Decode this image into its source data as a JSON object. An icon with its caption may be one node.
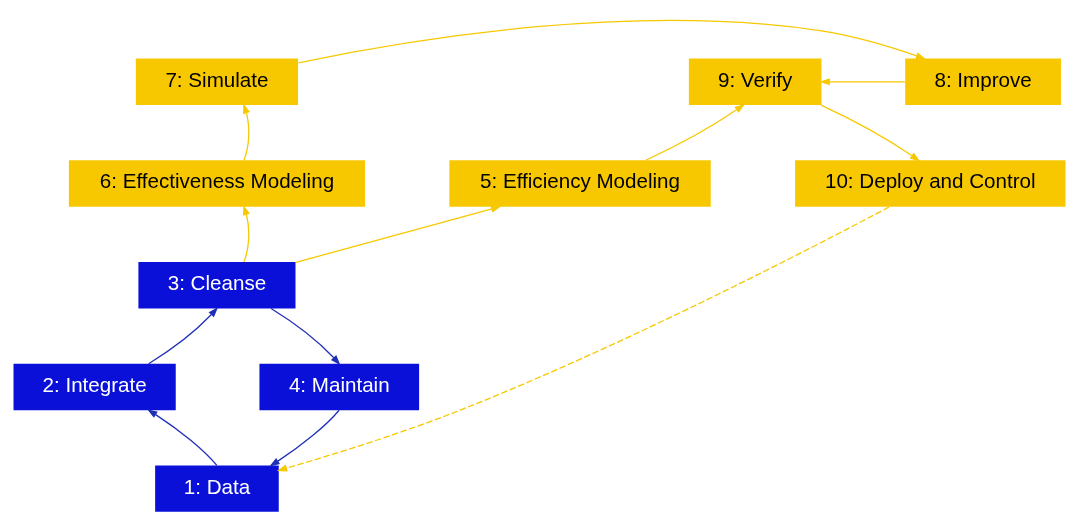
{
  "diagram": {
    "nodes": [
      {
        "text": [
          "7: Simulate"
        ]
      },
      {
        "text": [
          "8: Improve"
        ]
      },
      {
        "text": [
          "9: Verify"
        ]
      },
      {
        "text": [
          "6: Effectiveness Modeling"
        ]
      },
      {
        "text": [
          "5: Efficiency Modeling"
        ]
      },
      {
        "text": [
          "10: Deploy and Control"
        ]
      },
      {
        "text": [
          "3: Cleanse"
        ]
      },
      {
        "text": [
          "2: Integrate"
        ]
      },
      {
        "text": [
          "4: Maintain"
        ]
      },
      {
        "text": [
          "1: Data"
        ]
      }
    ],
    "edges": [
      {
        "from": 0,
        "to": 1,
        "arrow": "to"
      },
      {
        "from": 1,
        "to": 2,
        "arrow": "to"
      },
      {
        "from": 2,
        "to": 5,
        "arrow": "to"
      },
      {
        "from": 3,
        "to": 0,
        "arrow": "to"
      },
      {
        "from": 4,
        "to": 2,
        "arrow": "to"
      },
      {
        "from": 6,
        "to": 3,
        "arrow": "to"
      },
      {
        "from": 6,
        "to": 4,
        "arrow": "to"
      },
      {
        "from": 6,
        "to": 8,
        "arrow": "to",
        "color": "#1f2fb8"
      },
      {
        "from": 8,
        "to": 9,
        "arrow": "to",
        "color": "#1f2fb8"
      },
      {
        "from": 9,
        "to": 7,
        "arrow": "to",
        "color": "#1f2fb8"
      },
      {
        "from": 7,
        "to": 6,
        "arrow": "to",
        "color": "#1f2fb8"
      },
      {
        "from": 5,
        "to": 9,
        "arrow": "to",
        "style": "dashed"
      }
    ]
  }
}
